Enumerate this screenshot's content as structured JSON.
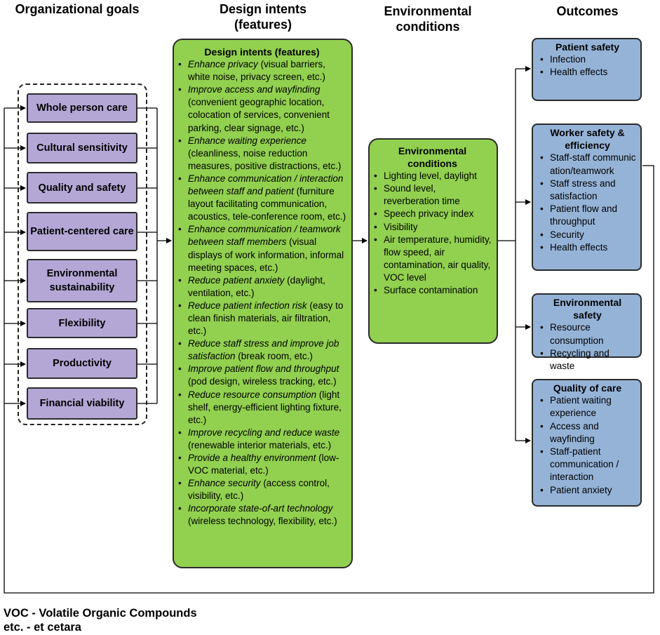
{
  "headers": {
    "goals": "Organizational goals",
    "intents": "Design intents (features)",
    "conditions": "Environmental conditions",
    "outcomes": "Outcomes"
  },
  "goals": [
    "Whole person care",
    "Cultural sensitivity",
    "Quality and safety",
    "Patient-centered care",
    "Environmental sustainability",
    "Flexibility",
    "Productivity",
    "Financial viability"
  ],
  "design_intents": {
    "title": "Design intents (features)",
    "items": [
      {
        "lead": "Enhance privacy",
        "rest": " (visual barriers, white noise, privacy screen, etc.)"
      },
      {
        "lead": "Improve access and wayfinding",
        "rest": " (convenient geographic location, colocation of services, convenient parking, clear signage, etc.)"
      },
      {
        "lead": "Enhance waiting experience",
        "rest": " (cleanliness, noise reduction measures, positive distractions, etc.)"
      },
      {
        "lead": "Enhance communication / interaction between staff and patient",
        "rest": " (furniture layout facilitating communication, acoustics, tele-conference room, etc.)"
      },
      {
        "lead": "Enhance communication / teamwork between staff members",
        "rest": " (visual displays of work information, informal meeting spaces, etc.)"
      },
      {
        "lead": "Reduce patient anxiety",
        "rest": " (daylight, ventilation, etc.)"
      },
      {
        "lead": "Reduce patient infection risk",
        "rest": " (easy to clean finish materials, air filtration, etc.)"
      },
      {
        "lead": "Reduce staff stress and improve job satisfaction",
        "rest": " (break room, etc.)"
      },
      {
        "lead": "Improve patient flow and throughput",
        "rest": " (pod design, wireless tracking, etc.)"
      },
      {
        "lead": "Reduce resource consumption",
        "rest": " (light shelf, energy-efficient lighting fixture, etc.)"
      },
      {
        "lead": "Improve recycling and reduce waste",
        "rest": " (renewable interior materials, etc.)"
      },
      {
        "lead": "Provide a healthy environment",
        "rest": " (low-VOC material, etc.)"
      },
      {
        "lead": "Enhance security",
        "rest": " (access control, visibility, etc.)"
      },
      {
        "lead": "Incorporate state-of-art technology",
        "rest": " (wireless technology, flexibility, etc.)"
      }
    ]
  },
  "conditions": {
    "title": "Environmental conditions",
    "items": [
      "Lighting level, daylight",
      "Sound level, reverberation time",
      "Speech privacy index",
      "Visibility",
      "Air temperature, humidity, flow speed, air contamination, air quality, VOC level",
      "Surface contamination"
    ]
  },
  "outcomes": [
    {
      "title": "Patient safety",
      "items": [
        "Infection",
        "Health effects"
      ]
    },
    {
      "title": "Worker safety & efficiency",
      "items": [
        "Staff-staff communication/teamwork",
        "Staff stress and satisfaction",
        "Patient flow and throughput",
        "Security",
        "Health effects"
      ]
    },
    {
      "title": "Environmental safety",
      "items": [
        "Resource consumption",
        "Recycling and waste"
      ]
    },
    {
      "title": "Quality of care",
      "items": [
        "Patient waiting experience",
        "Access and wayfinding",
        "Staff-patient communication / interaction",
        "Patient anxiety"
      ]
    }
  ],
  "footer": {
    "line1": "VOC - Volatile Organic Compounds",
    "line2": "etc. - et cetara"
  },
  "colors": {
    "goal_fill": "#b4a7d6",
    "intent_fill": "#92d050",
    "outcome_fill": "#95b3d7"
  }
}
